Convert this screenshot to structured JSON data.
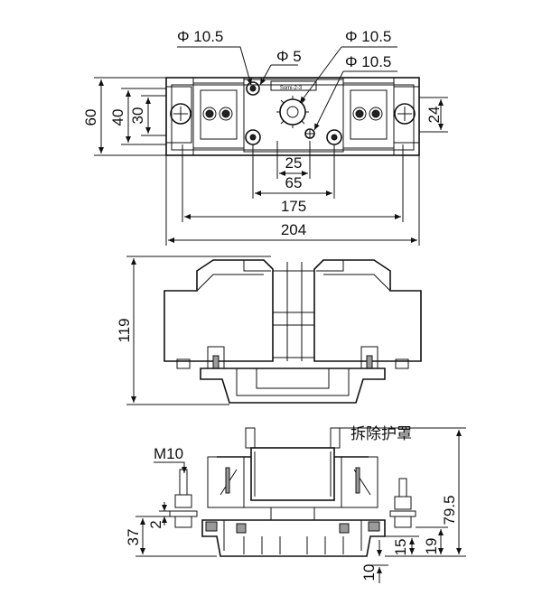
{
  "top_view": {
    "dims": {
      "phi_10_5_a": "Φ 10.5",
      "phi_5": "Φ 5",
      "phi_10_5_b": "Φ 10.5",
      "phi_10_5_c": "Φ 10.5",
      "h60": "60",
      "h40": "40",
      "h30": "30",
      "h24": "24",
      "w25": "25",
      "w65": "65",
      "w175": "175",
      "w204": "204"
    }
  },
  "front_view": {
    "dims": {
      "h119": "119"
    }
  },
  "side_view": {
    "caption": "拆除护罩",
    "dims": {
      "m10": "M10",
      "h37": "37",
      "h2": "2",
      "h79_5": "79.5",
      "h15": "15",
      "h19": "19",
      "h10": "10"
    }
  }
}
